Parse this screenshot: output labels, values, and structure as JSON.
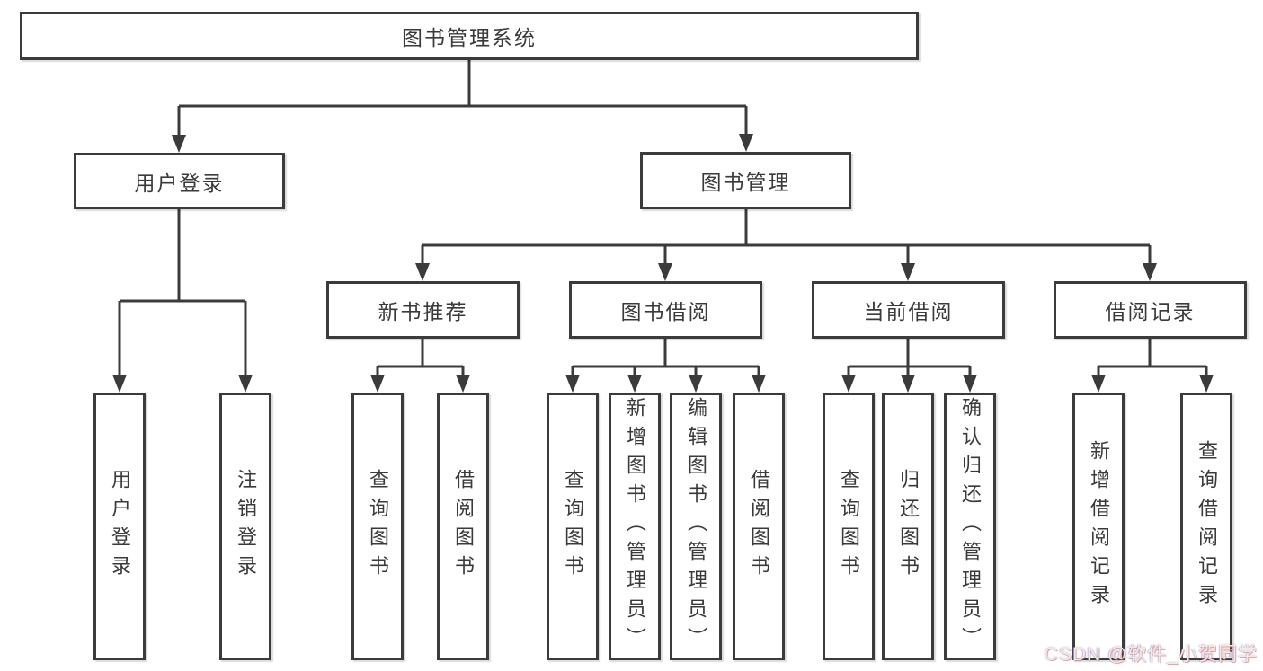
{
  "nodes": {
    "root": "图书管理系统",
    "user_login": "用户登录",
    "book_mgmt": "图书管理",
    "new_books": "新书推荐",
    "book_borrow": "图书借阅",
    "current_borrow": "当前借阅",
    "borrow_records": "借阅记录"
  },
  "leaves": [
    {
      "label": "用户登录"
    },
    {
      "label": "注销登录"
    },
    {
      "label": "查询图书"
    },
    {
      "label": "借阅图书"
    },
    {
      "label": "查询图书"
    },
    {
      "label": "新增图书（管理员）"
    },
    {
      "label": "编辑图书（管理员）"
    },
    {
      "label": "借阅图书"
    },
    {
      "label": "查询图书"
    },
    {
      "label": "归还图书"
    },
    {
      "label": "确认归还（管理员）"
    },
    {
      "label": "新增借阅记录"
    },
    {
      "label": "查询借阅记录"
    }
  ],
  "watermark": "CSDN @软件_小贺同学",
  "colors": {
    "line": "#3b3b3b",
    "box_border": "#3b3b3b",
    "box_bg": "#ffffff",
    "text": "#3a3a3a",
    "watermark": "#ececec"
  }
}
